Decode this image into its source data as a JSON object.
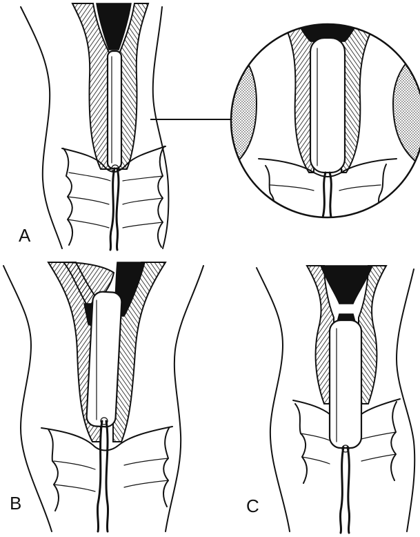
{
  "panels": {
    "a": {
      "label": "A"
    },
    "b": {
      "label": "B"
    },
    "c": {
      "label": "C"
    }
  },
  "colors": {
    "ink": "#111111",
    "background": "#ffffff"
  }
}
